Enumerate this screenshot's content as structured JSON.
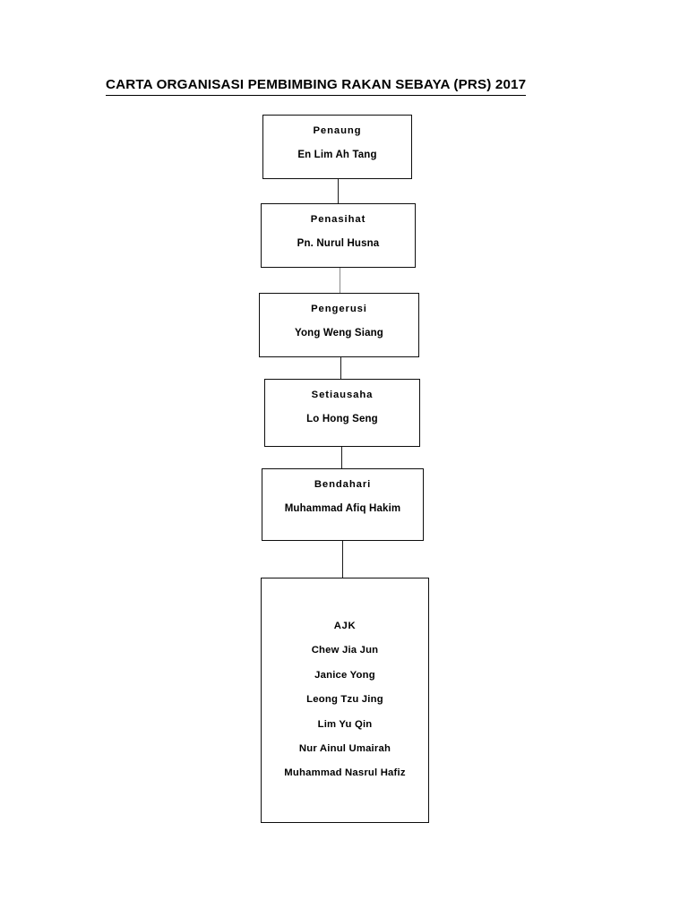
{
  "document": {
    "title": "CARTA ORGANISASI PEMBIMBING RAKAN SEBAYA (PRS) 2017",
    "background_color": "#ffffff",
    "line_color": "#0d0d0d",
    "text_color": "#000000"
  },
  "org_chart": {
    "type": "hierarchy",
    "orientation": "vertical",
    "nodes": [
      {
        "role": "Penaung",
        "person": "En Lim Ah Tang"
      },
      {
        "role": "Penasihat",
        "person": "Pn. Nurul Husna"
      },
      {
        "role": "Pengerusi",
        "person": "Yong Weng Siang"
      },
      {
        "role": "Setiausaha",
        "person": "Lo Hong Seng"
      },
      {
        "role": "Bendahari",
        "person": "Muhammad Afiq Hakim"
      }
    ],
    "committee": {
      "role": "AJK",
      "members": [
        "Chew Jia Jun",
        "Janice Yong",
        "Leong Tzu Jing",
        "Lim Yu Qin",
        "Nur Ainul Umairah",
        "Muhammad Nasrul Hafiz"
      ]
    }
  }
}
